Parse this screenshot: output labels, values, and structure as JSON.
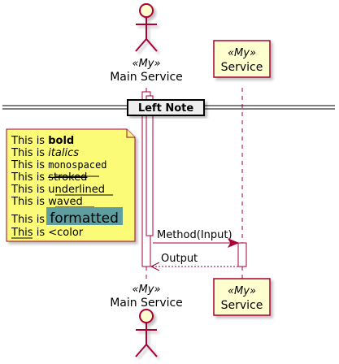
{
  "participants": {
    "actor": {
      "stereotype": "«My»",
      "name": "Main Service"
    },
    "service": {
      "stereotype": "«My»",
      "name": "Service"
    }
  },
  "divider": {
    "label": "Left Note"
  },
  "note": {
    "lines": [
      {
        "prefix": "This is ",
        "styled": "bold"
      },
      {
        "prefix": "This is ",
        "styled": "italics"
      },
      {
        "prefix": "This is ",
        "styled": "monospaced"
      },
      {
        "prefix": "This is ",
        "styled": "stroked"
      },
      {
        "prefix": "This is ",
        "styled": "underlined"
      },
      {
        "prefix": "This is ",
        "styled": "waved"
      },
      {
        "prefix": "This is ",
        "styled": "formatted"
      },
      {
        "prefix": "This",
        "styled": " is <color"
      }
    ]
  },
  "messages": {
    "request": "Method(Input)",
    "response": "Output"
  },
  "colors": {
    "line": "#A80036",
    "participant_fill": "#FEFECE",
    "note_fill": "#FBFB77",
    "highlight": "#5F9EA0",
    "divider_fill": "#EEEEEE"
  }
}
